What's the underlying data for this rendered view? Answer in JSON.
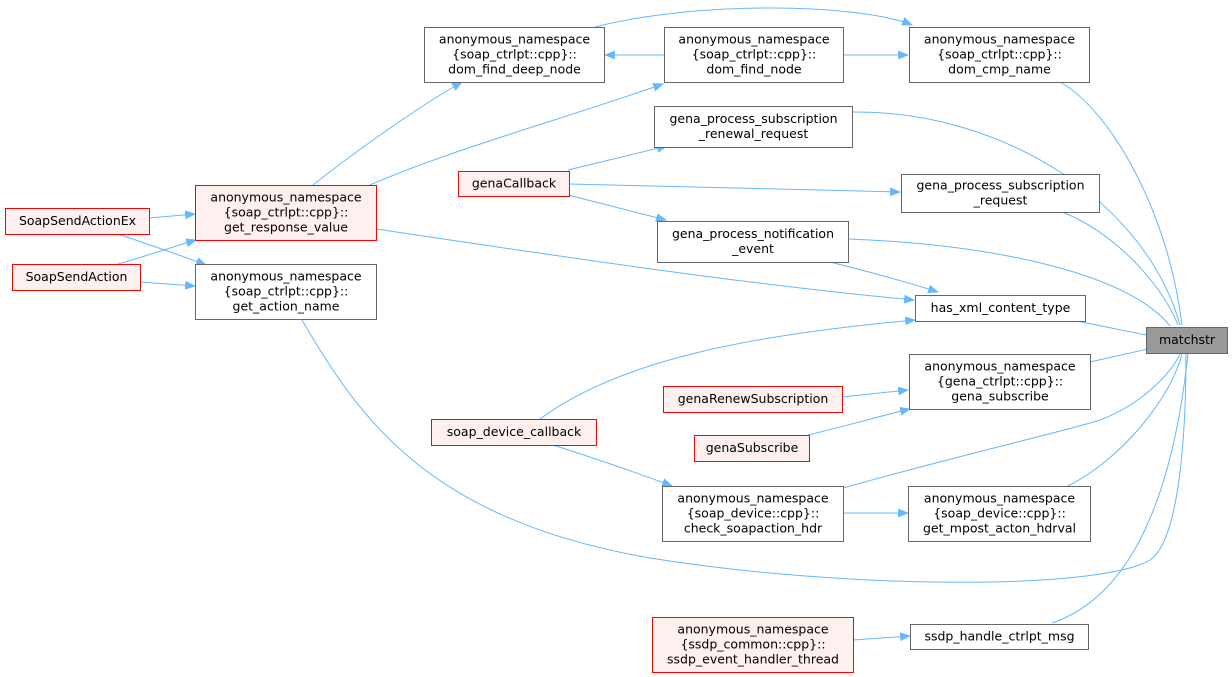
{
  "colors": {
    "edge": "#63b8ff",
    "normal_fill": "#ffffff",
    "normal_border": "#666666",
    "red_fill": "#fff0f0",
    "red_border": "#ff0000",
    "focus_fill": "#999999",
    "focus_border": "#666666"
  },
  "nodes": [
    {
      "id": "matchstr",
      "lines": [
        "matchstr"
      ],
      "style": "focus"
    },
    {
      "id": "dom_find_deep_node",
      "lines": [
        "anonymous_namespace",
        "{soap_ctrlpt::cpp}::",
        "dom_find_deep_node"
      ],
      "style": "normal"
    },
    {
      "id": "dom_find_node",
      "lines": [
        "anonymous_namespace",
        "{soap_ctrlpt::cpp}::",
        "dom_find_node"
      ],
      "style": "normal"
    },
    {
      "id": "dom_cmp_name",
      "lines": [
        "anonymous_namespace",
        "{soap_ctrlpt::cpp}::",
        "dom_cmp_name"
      ],
      "style": "normal"
    },
    {
      "id": "gena_proc_sub_renewal",
      "lines": [
        "gena_process_subscription",
        "_renewal_request"
      ],
      "style": "normal"
    },
    {
      "id": "genaCallback",
      "lines": [
        "genaCallback"
      ],
      "style": "red"
    },
    {
      "id": "gena_proc_sub_req",
      "lines": [
        "gena_process_subscription",
        "_request"
      ],
      "style": "normal"
    },
    {
      "id": "get_response_value",
      "lines": [
        "anonymous_namespace",
        "{soap_ctrlpt::cpp}::",
        "get_response_value"
      ],
      "style": "red"
    },
    {
      "id": "gena_proc_notif",
      "lines": [
        "gena_process_notification",
        "_event"
      ],
      "style": "normal"
    },
    {
      "id": "SoapSendActionEx",
      "lines": [
        "SoapSendActionEx"
      ],
      "style": "red"
    },
    {
      "id": "SoapSendAction",
      "lines": [
        "SoapSendAction"
      ],
      "style": "red"
    },
    {
      "id": "get_action_name",
      "lines": [
        "anonymous_namespace",
        "{soap_ctrlpt::cpp}::",
        "get_action_name"
      ],
      "style": "normal"
    },
    {
      "id": "has_xml_content_type",
      "lines": [
        "has_xml_content_type"
      ],
      "style": "normal"
    },
    {
      "id": "gena_subscribe",
      "lines": [
        "anonymous_namespace",
        "{gena_ctrlpt::cpp}::",
        "gena_subscribe"
      ],
      "style": "normal"
    },
    {
      "id": "genaRenewSubscription",
      "lines": [
        "genaRenewSubscription"
      ],
      "style": "red"
    },
    {
      "id": "soap_device_callback",
      "lines": [
        "soap_device_callback"
      ],
      "style": "red"
    },
    {
      "id": "genaSubscribe",
      "lines": [
        "genaSubscribe"
      ],
      "style": "red"
    },
    {
      "id": "check_soapaction_hdr",
      "lines": [
        "anonymous_namespace",
        "{soap_device::cpp}::",
        "check_soapaction_hdr"
      ],
      "style": "normal"
    },
    {
      "id": "get_mpost_acton_hdrval",
      "lines": [
        "anonymous_namespace",
        "{soap_device::cpp}::",
        "get_mpost_acton_hdrval"
      ],
      "style": "normal"
    },
    {
      "id": "ssdp_event_handler_thread",
      "lines": [
        "anonymous_namespace",
        "{ssdp_common::cpp}::",
        "ssdp_event_handler_thread"
      ],
      "style": "red"
    },
    {
      "id": "ssdp_handle_ctrlpt_msg",
      "lines": [
        "ssdp_handle_ctrlpt_msg"
      ],
      "style": "normal"
    }
  ]
}
